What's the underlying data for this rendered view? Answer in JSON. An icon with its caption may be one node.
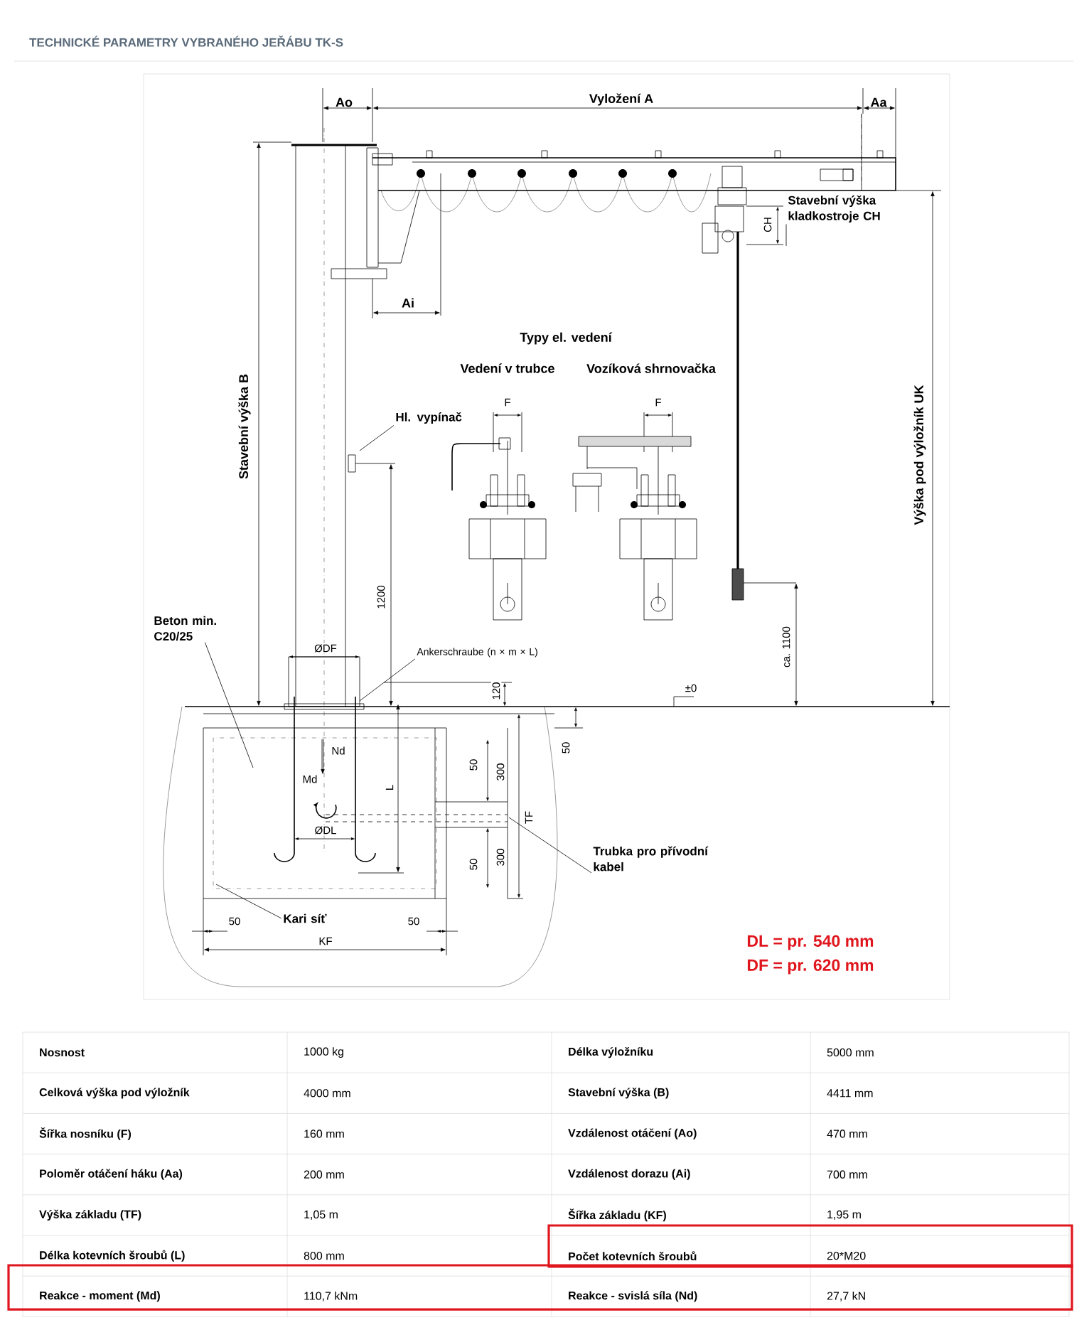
{
  "diagram": {
    "title": "TECHNICKÉ PARAMETRY VYBRANÉHO JEŘÁBU TK-S",
    "nodes": [
      {
        "text": [
          "Stavební výška kladkostroje CH"
        ]
      },
      {
        "text": [
          "Hl. vypínač"
        ]
      },
      {
        "text": [
          "Beton min. C20/25"
        ]
      },
      {
        "text": [
          "Ankerschraube (n × m × L)"
        ]
      },
      {
        "text": [
          "Trubka pro přívodní kabel"
        ]
      },
      {
        "text": [
          "Kari síť"
        ]
      }
    ],
    "edges": [
      {
        "from": 0,
        "to": null,
        "arrow": "none"
      },
      {
        "from": 1,
        "to": null,
        "arrow": "none"
      },
      {
        "from": 2,
        "to": null,
        "arrow": "none"
      },
      {
        "from": 3,
        "to": null,
        "arrow": "none"
      },
      {
        "from": 4,
        "to": null,
        "arrow": "none"
      },
      {
        "from": 5,
        "to": null,
        "arrow": "none"
      }
    ],
    "labels": [
      "Ao",
      "Vyložení A",
      "Aa",
      "CH",
      "Ai",
      "Typy el. vedení",
      "Vedení v trubce",
      "Vozíková shrnovačka",
      "Stavební výška B",
      "Výška pod výložník UK",
      "F",
      "F",
      "1200",
      "ca. 1100",
      "ØDF",
      "120",
      "±0",
      "Nd",
      "50",
      "Md",
      "L",
      "50",
      "300",
      "TF",
      "ØDL",
      "50",
      "300",
      "50",
      "50",
      "KF",
      "DL = pr. 540 mm",
      "DF = pr. 620 mm",
      "Nosnost",
      "1000 kg",
      "Délka výložníku",
      "5000 mm",
      "Celková výška pod výložník",
      "4000 mm",
      "Stavební výška (B)",
      "4411 mm",
      "Šířka nosníku (F)",
      "160 mm",
      "Vzdálenost otáčení (Ao)",
      "470 mm",
      "Poloměr otáčení háku (Aa)",
      "200 mm",
      "Vzdálenost dorazu (Ai)",
      "700 mm",
      "Výška základu (TF)",
      "1,05 m",
      "Šířka základu (KF)",
      "1,95 m",
      "Délka kotevních šroubů (L)",
      "800 mm",
      "Počet kotevních šroubů",
      "20*M20",
      "Reakce - moment (Md)",
      "110,7 kNm",
      "Reakce - svislá síla (Nd)",
      "27,7 kN"
    ]
  }
}
